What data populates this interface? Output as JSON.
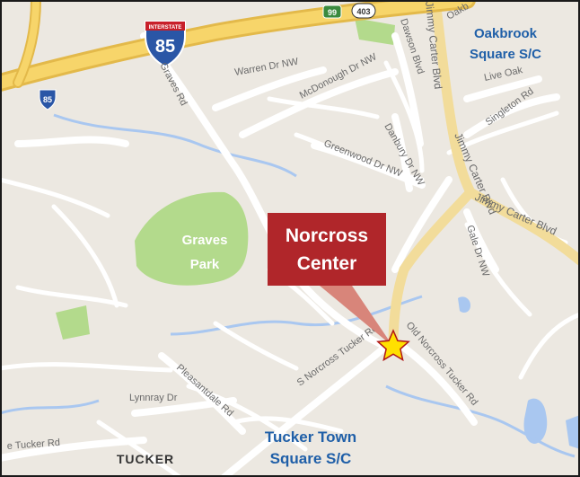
{
  "map": {
    "colors": {
      "land": "#ece8e1",
      "road": "#ffffff",
      "highway": "#f7d56a",
      "arterial": "#f2dc9a",
      "water": "#a9c7f0",
      "park": "#b3da8c",
      "frame": "#1a1a1a",
      "callout": "#b0262a",
      "callout_text": "#ffffff",
      "area_label": "#1f5fa8",
      "star_fill": "#ffe000",
      "star_stroke": "#b01616"
    },
    "shields": {
      "interstate_main": {
        "top": "INTERSTATE",
        "number": "85",
        "icon": "interstate-shield-icon"
      },
      "interstate_small": {
        "number": "85",
        "icon": "interstate-shield-icon"
      },
      "state_route": {
        "number": "99",
        "icon": "state-route-shield-icon"
      },
      "state_route_2": {
        "number": "403",
        "icon": "state-route-shield-icon"
      }
    },
    "streets": {
      "graves_rd": "Graves Rd",
      "warren_dr": "Warren Dr NW",
      "mcdonough_dr": "McDonough Dr NW",
      "dawson_blvd": "Dawson Blvd",
      "jimmy_carter_vertical": "Jimmy Carter Blvd",
      "jimmy_carter_diag": "Jimmy Carter Blvd",
      "jimmy_carter_east": "Jimmy Carter Blvd",
      "live_oak": "Live Oak",
      "oakbrook_partial": "Oakb",
      "singleton_rd": "Singleton Rd",
      "greenwood_dr": "Greenwood Dr NW",
      "danbury_dr": "Danbury Dr NW",
      "gale_dr": "Gale Dr NW",
      "s_norcross_tucker": "S Norcross Tucker Rd",
      "old_norcross_tucker": "Old Norcross Tucker Rd",
      "lynnray_dr": "Lynnray Dr",
      "pleasantdale_rd": "Pleasantdale Rd",
      "tucker_rd_partial": "e Tucker Rd"
    },
    "places": {
      "park_line1": "Graves",
      "park_line2": "Park",
      "tucker": "TUCKER"
    },
    "areas": {
      "oakbrook_line1": "Oakbrook",
      "oakbrook_line2": "Square S/C",
      "tucker_town_line1": "Tucker Town",
      "tucker_town_line2": "Square S/C"
    },
    "callout": {
      "line1": "Norcross",
      "line2": "Center",
      "marker_icon": "star-icon"
    }
  }
}
